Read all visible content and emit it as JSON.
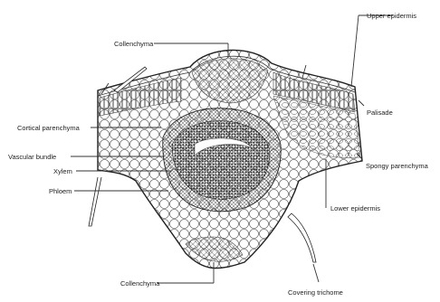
{
  "labels": {
    "upper_epidermis": "Upper epidermis",
    "collenchyma_top": "Collenchyma",
    "palisade": "Palisade",
    "cortical_parenchyma": "Cortical parenchyma",
    "spongy_parenchyma": "Spongy parenchyma",
    "vascular_bundle": "Vascular bundle",
    "xylem": "Xylem",
    "phloem": "Phloem",
    "lower_epidermis": "Lower epidermis",
    "collenchyma_bottom": "Collenchyma",
    "covering_trichome": "Covering trichome"
  }
}
